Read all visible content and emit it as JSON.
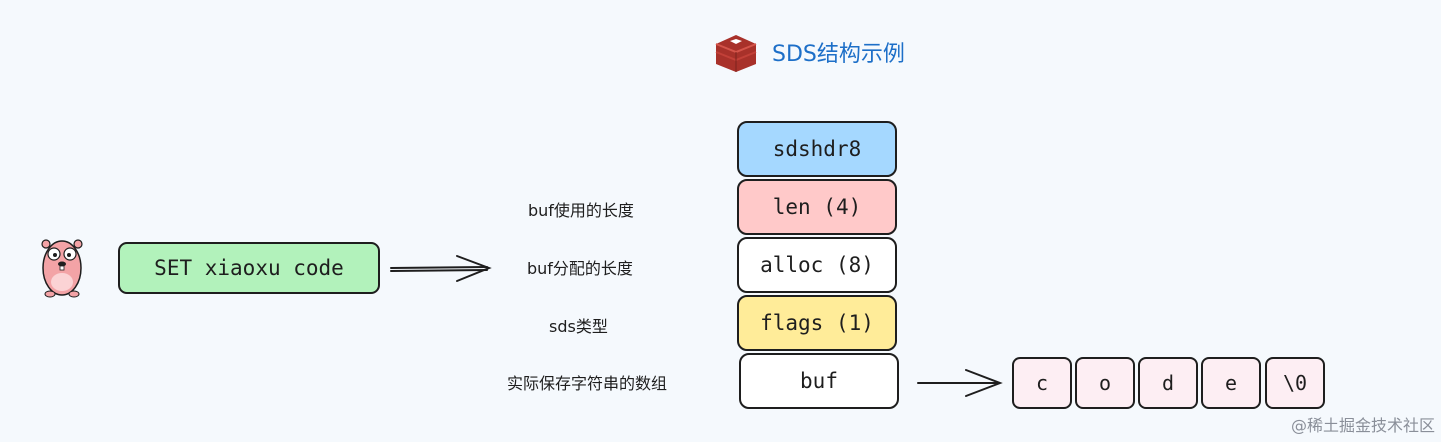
{
  "title": "SDS结构示例",
  "command_box": "SET xiaoxu code",
  "sds_fields": [
    "sdshdr8",
    "len (4)",
    "alloc (8)",
    "flags (1)",
    "buf"
  ],
  "field_labels": [
    "buf使用的长度",
    "buf分配的长度",
    "sds类型",
    "实际保存字符串的数组"
  ],
  "buf_chars": [
    "c",
    "o",
    "d",
    "e",
    "\\0"
  ],
  "watermark": "@稀土掘金技术社区",
  "colors": {
    "header_blue": "#a5d8ff",
    "len_pink": "#ffc9c9",
    "flags_yellow": "#ffec99",
    "command_green": "#b2f2bb",
    "char_pink": "#fdeef3",
    "title_blue": "#1d6fc8",
    "redis_red": "#a8312a"
  },
  "icons": [
    "redis-logo-icon",
    "gopher-mascot-icon",
    "arrow-right-icon"
  ]
}
